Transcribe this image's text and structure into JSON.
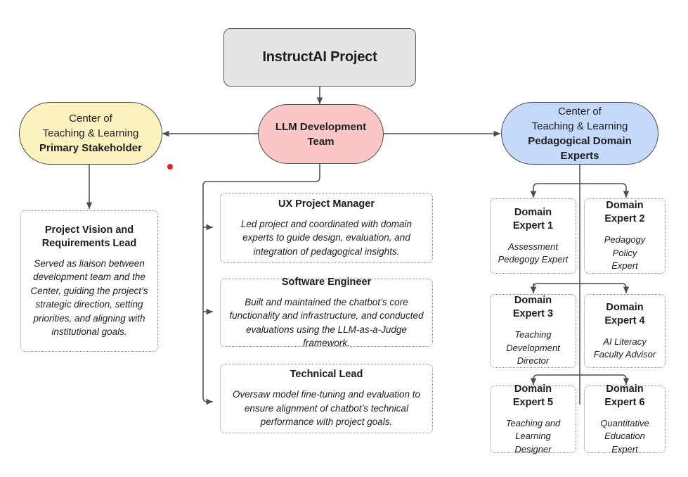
{
  "diagram": {
    "title_node": {
      "label": "InstructAI Project"
    },
    "stakeholder_node": {
      "line1": "Center of",
      "line2": "Teaching & Learning",
      "line3": "Primary Stakeholder"
    },
    "team_node": {
      "line1": "LLM Development",
      "line2": "Team"
    },
    "experts_node": {
      "line1": "Center of",
      "line2": "Teaching & Learning",
      "line3": "Pedagogical Domain",
      "line4": "Experts"
    },
    "stakeholder_role": {
      "heading": "Project Vision and Requirements Lead",
      "body": "Served as liaison between development team and the Center, guiding the project’s strategic direction, setting priorities, and aligning with institutional goals."
    },
    "team_roles": [
      {
        "heading": "UX Project Manager",
        "body": "Led project and coordinated with domain experts to guide design, evaluation, and integration of pedagogical insights."
      },
      {
        "heading": "Software Engineer",
        "body": "Built and maintained the chatbot’s core functionality and infrastructure, and conducted evaluations using the  LLM-as-a-Judge framework."
      },
      {
        "heading": "Technical Lead",
        "body": "Oversaw model fine-tuning and evaluation to ensure alignment of chatbot’s technical performance with project goals."
      }
    ],
    "domain_experts": [
      {
        "heading_line1": "Domain",
        "heading_line2": "Expert 1",
        "role_line1": "Assessment",
        "role_line2": "Pedegogy Expert",
        "role_line3": ""
      },
      {
        "heading_line1": "Domain",
        "heading_line2": "Expert 2",
        "role_line1": "Pedagogy Policy",
        "role_line2": "Expert",
        "role_line3": ""
      },
      {
        "heading_line1": "Domain",
        "heading_line2": "Expert 3",
        "role_line1": "Teaching",
        "role_line2": "Development",
        "role_line3": "Director"
      },
      {
        "heading_line1": "Domain",
        "heading_line2": "Expert 4",
        "role_line1": "AI Literacy",
        "role_line2": "Faculty Advisor",
        "role_line3": ""
      },
      {
        "heading_line1": "Domain",
        "heading_line2": "Expert 5",
        "role_line1": "Teaching and",
        "role_line2": "Learning Designer",
        "role_line3": ""
      },
      {
        "heading_line1": "Domain",
        "heading_line2": "Expert 6",
        "role_line1": "Quantitative",
        "role_line2": "Education Expert",
        "role_line3": ""
      }
    ],
    "colors": {
      "title_fill": "#e4e4e4",
      "stakeholder_fill": "#fbf2c0",
      "team_fill": "#fac6c6",
      "experts_fill": "#c5dafb",
      "node_stroke": "#4c4c4c",
      "card_stroke": "#8c8c8c",
      "edge_stroke": "#4c4c4c",
      "marker_dot": "#e2231a",
      "text": "#1d1d1d",
      "background": "#ffffff"
    }
  }
}
